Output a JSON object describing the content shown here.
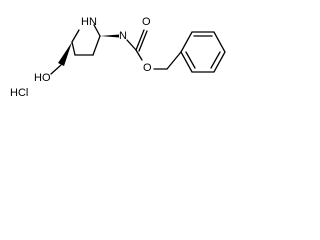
{
  "molecule": {
    "atom_labels": {
      "ring_nh": "HN",
      "carbamate_nh": "N",
      "carbonyl_o": "O",
      "ester_o": "O",
      "hydroxyl": "HO",
      "salt": "HCl"
    },
    "stereo_bonds": [
      "wedge",
      "wedge"
    ]
  }
}
